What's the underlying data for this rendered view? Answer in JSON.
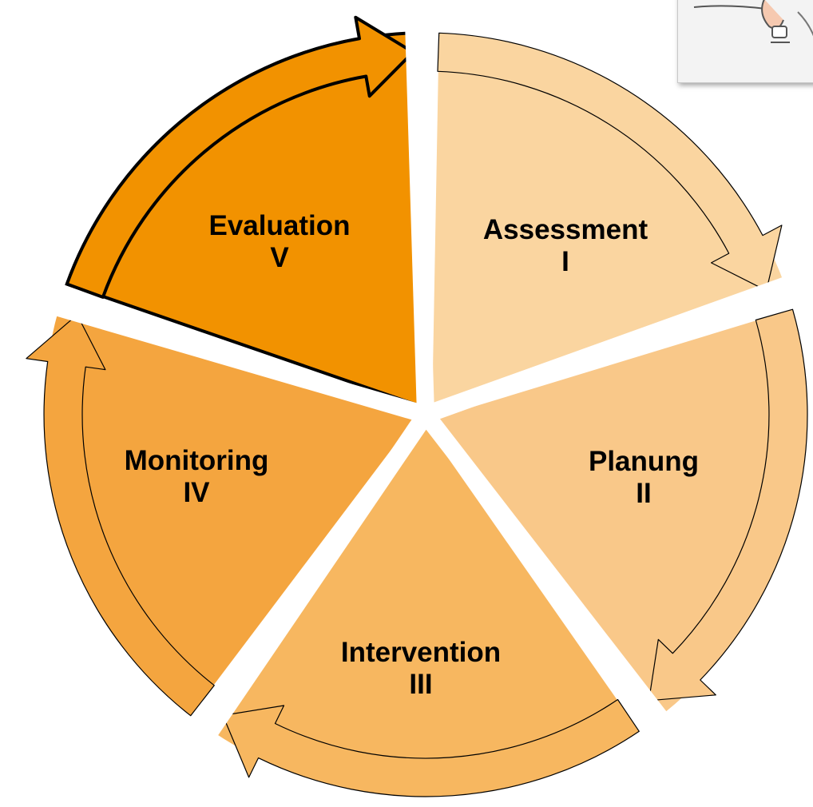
{
  "diagram": {
    "segments": [
      {
        "id": "assessment",
        "name": "Assessment",
        "numeral": "I",
        "color": "#fad5a0"
      },
      {
        "id": "planung",
        "name": "Planung",
        "numeral": "II",
        "color": "#f9c889"
      },
      {
        "id": "intervention",
        "name": "Intervention",
        "numeral": "III",
        "color": "#f7b760"
      },
      {
        "id": "monitoring",
        "name": "Monitoring",
        "numeral": "IV",
        "color": "#f4a53f"
      },
      {
        "id": "evaluation",
        "name": "Evaluation",
        "numeral": "V",
        "color": "#f29200"
      }
    ],
    "emphasized_segment": "evaluation",
    "corner_image": "cartoon-illustration-fragment"
  }
}
